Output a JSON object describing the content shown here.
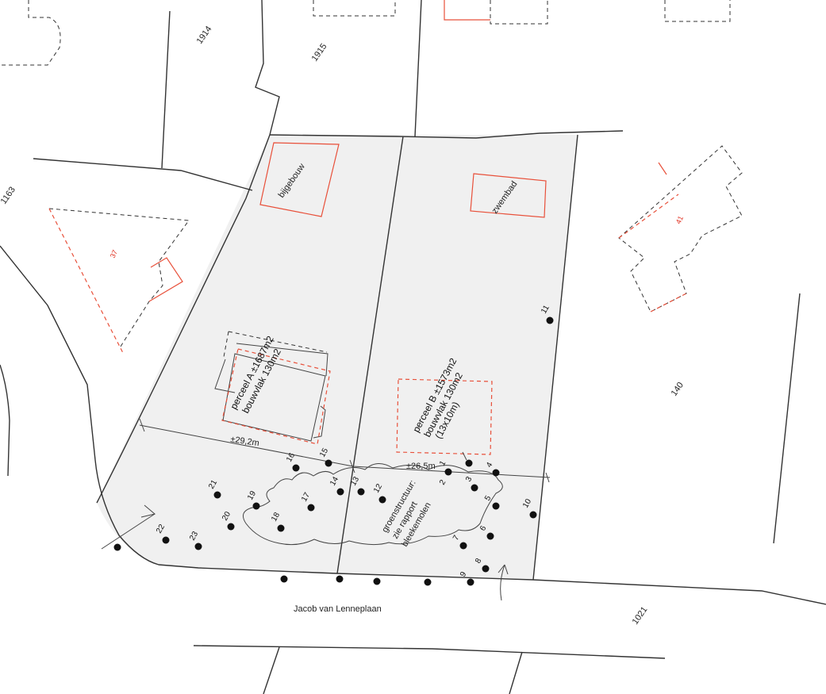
{
  "parcel_numbers": {
    "p1914": "1914",
    "p1915": "1915",
    "p1163": "1163",
    "p140": "140",
    "p1021": "1021"
  },
  "house_numbers": {
    "h37": "37",
    "h41": "41"
  },
  "buildings": {
    "bijgebouw": "bijgebouw",
    "zwembad": "zwembad"
  },
  "perceel_a": {
    "line1": "perceel A ±1687m2",
    "line2": "bouwvlak 130m2"
  },
  "perceel_b": {
    "line1": "perceel B ±1573m2",
    "line2": "bouwvlak 130m2",
    "line3": "(13x10m)"
  },
  "dimensions": {
    "width_a": "±29,2m",
    "width_b": "±26,5m"
  },
  "greenery": {
    "line1": "groenstructuur:",
    "line2": "zie rapport",
    "line3": "bleekemolen"
  },
  "street": "Jacob van Lenneplaan",
  "tree_numbers": [
    "1",
    "2",
    "3",
    "4",
    "5",
    "6",
    "7",
    "8",
    "9",
    "10",
    "11",
    "12",
    "13",
    "14",
    "15",
    "16",
    "17",
    "18",
    "19",
    "20",
    "21",
    "22",
    "23"
  ],
  "colors": {
    "plot_fill": "#f0f0f0",
    "building_outline": "#e8503a",
    "line": "#333333"
  }
}
